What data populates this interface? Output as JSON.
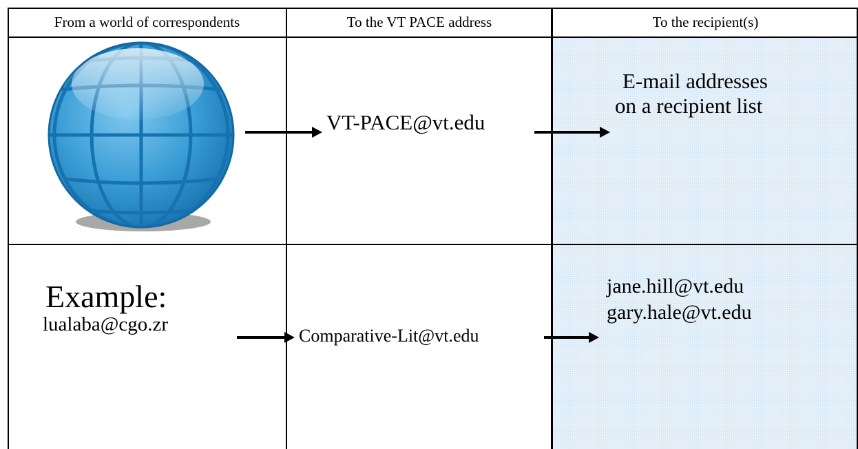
{
  "headers": {
    "col1": "From a world of correspondents",
    "col2": "To the VT PACE address",
    "col3": "To the recipient(s)"
  },
  "row1": {
    "icon": "globe-icon",
    "address": "VT-PACE@vt.edu",
    "recipient_line1": "E-mail addresses",
    "recipient_line2": "on a recipient list"
  },
  "row2": {
    "example_label": "Example:",
    "sender": "lualaba@cgo.zr",
    "address": "Comparative-Lit@vt.edu",
    "recipient1": "jane.hill@vt.edu",
    "recipient2": "gary.hale@vt.edu"
  },
  "colors": {
    "shade": "#e6f1fa",
    "globe_main": "#2a8fc8",
    "globe_light": "#8fd0f2",
    "globe_dark": "#1369a3",
    "shadow": "#a8a8a8"
  }
}
